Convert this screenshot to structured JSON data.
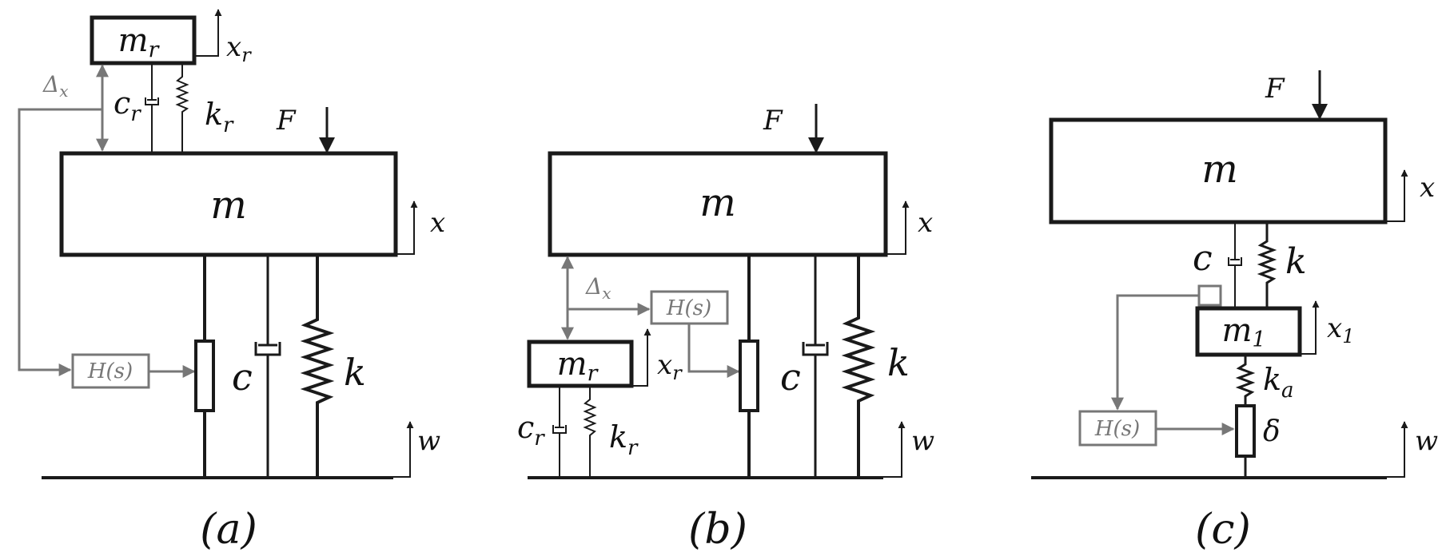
{
  "colors": {
    "ink": "#1a1a1a",
    "control": "#777777",
    "background": "#ffffff"
  },
  "panel_a": {
    "caption": "(a)",
    "mass_main": "m",
    "mass_reaction": "m",
    "mass_reaction_sub": "r",
    "pos_reaction": "x",
    "pos_reaction_sub": "r",
    "pos_main": "x",
    "force": "F",
    "relative": "Δ",
    "relative_sub": "x",
    "damper_reaction": "c",
    "damper_reaction_sub": "r",
    "spring_reaction": "k",
    "spring_reaction_sub": "r",
    "controller": "H(s)",
    "damper": "c",
    "spring": "k",
    "ground": "w"
  },
  "panel_b": {
    "caption": "(b)",
    "mass_main": "m",
    "force": "F",
    "pos_main": "x",
    "relative": "Δ",
    "relative_sub": "x",
    "controller": "H(s)",
    "mass_reaction": "m",
    "mass_reaction_sub": "r",
    "pos_reaction": "x",
    "pos_reaction_sub": "r",
    "damper_reaction": "c",
    "damper_reaction_sub": "r",
    "spring_reaction": "k",
    "spring_reaction_sub": "r",
    "damper": "c",
    "spring": "k",
    "ground": "w"
  },
  "panel_c": {
    "caption": "(c)",
    "force": "F",
    "mass_main": "m",
    "pos_main": "x",
    "damper": "c",
    "spring": "k",
    "mass_mid": "m",
    "mass_mid_sub": "1",
    "pos_mid": "x",
    "pos_mid_sub": "1",
    "spring_actuator": "k",
    "spring_actuator_sub": "a",
    "controller": "H(s)",
    "actuator": "δ",
    "ground": "w"
  }
}
